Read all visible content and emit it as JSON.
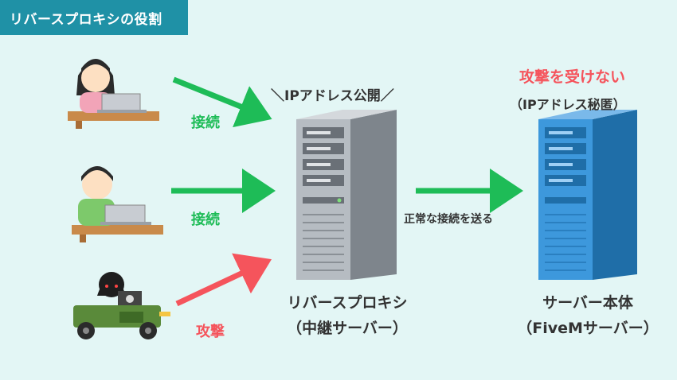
{
  "title": "リバースプロキシの役割",
  "labels": {
    "connect_1": "接続",
    "connect_2": "接続",
    "attack": "攻撃",
    "ip_public": "＼IPアドレス公開／",
    "normal_connect": "正常な接続を送る",
    "no_attack": "攻撃を受けない",
    "ip_hidden": "（IPアドレス秘匿）",
    "proxy_name": "リバースプロキシ",
    "proxy_sub": "（中継サーバー）",
    "main_name": "サーバー本体",
    "main_sub": "（FiveMサーバー）"
  },
  "colors": {
    "accent": "#1f91a6",
    "connect": "#1ebc57",
    "attack": "#f5545c",
    "proxy_server": "#9aa0a6",
    "main_server": "#2e8bd6"
  }
}
